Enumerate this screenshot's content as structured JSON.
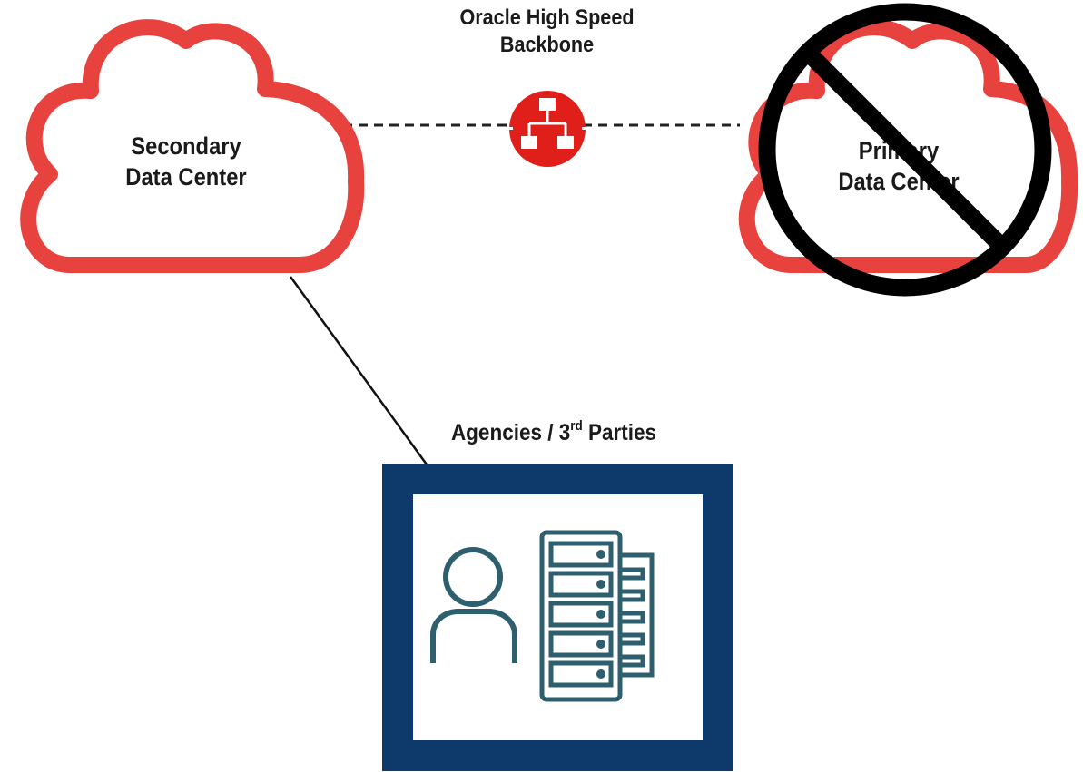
{
  "backbone": {
    "line1": "Oracle High Speed",
    "line2": "Backbone",
    "icon": "network-hierarchy-icon"
  },
  "secondary_dc": {
    "line1": "Secondary",
    "line2": "Data Center",
    "icon": "cloud-icon"
  },
  "primary_dc": {
    "line1": "Primary",
    "line2": "Data Center",
    "icon": "cloud-icon",
    "status_icon": "prohibited-icon"
  },
  "agencies": {
    "label_prefix": "Agencies / 3",
    "label_sup": "rd",
    "label_suffix": " Parties",
    "icons": [
      "user-icon",
      "server-rack-icon"
    ]
  },
  "colors": {
    "cloud_red": "#e8423f",
    "node_red": "#e01f1b",
    "frame_navy": "#0e3a6b",
    "icon_teal": "#2e5f6e",
    "prohibit_black": "#000000"
  }
}
